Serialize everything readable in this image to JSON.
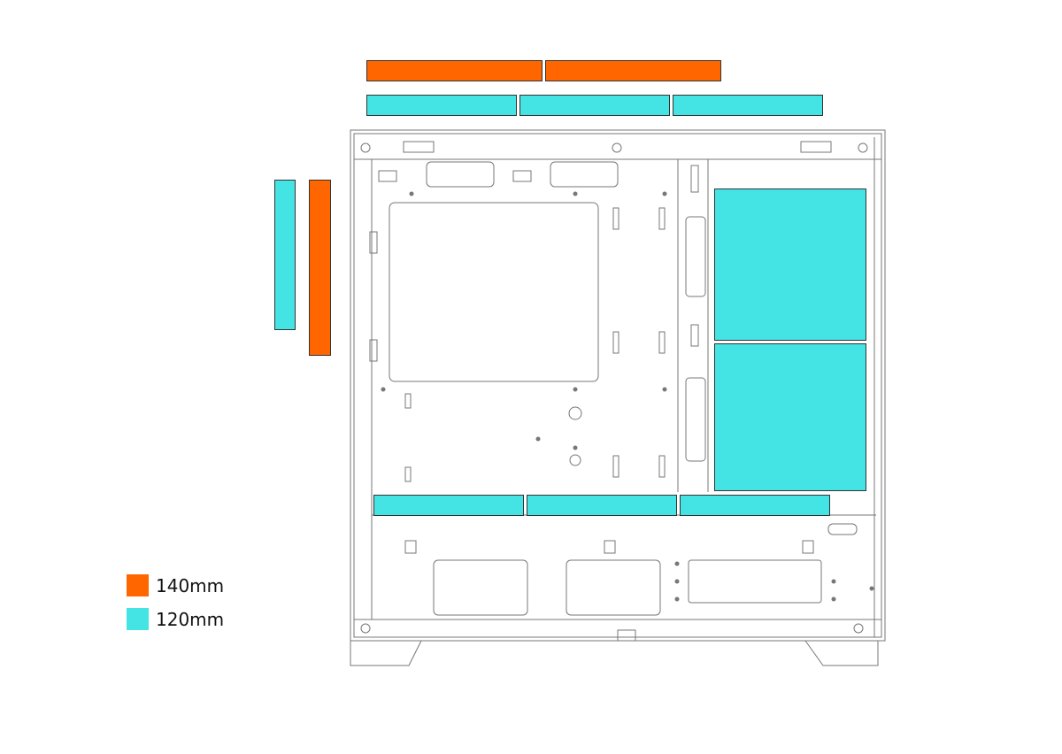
{
  "colors": {
    "fan_140": "#ff6600",
    "fan_120": "#44e4e4",
    "outline": "#777777"
  },
  "legend": [
    {
      "label": "140mm",
      "color": "#ff6600"
    },
    {
      "label": "120mm",
      "color": "#44e4e4"
    }
  ],
  "fan_positions": {
    "top_140": 2,
    "top_120": 3,
    "front_120": 1,
    "front_140": 1,
    "side_120": 2,
    "bottom_120": 3
  }
}
